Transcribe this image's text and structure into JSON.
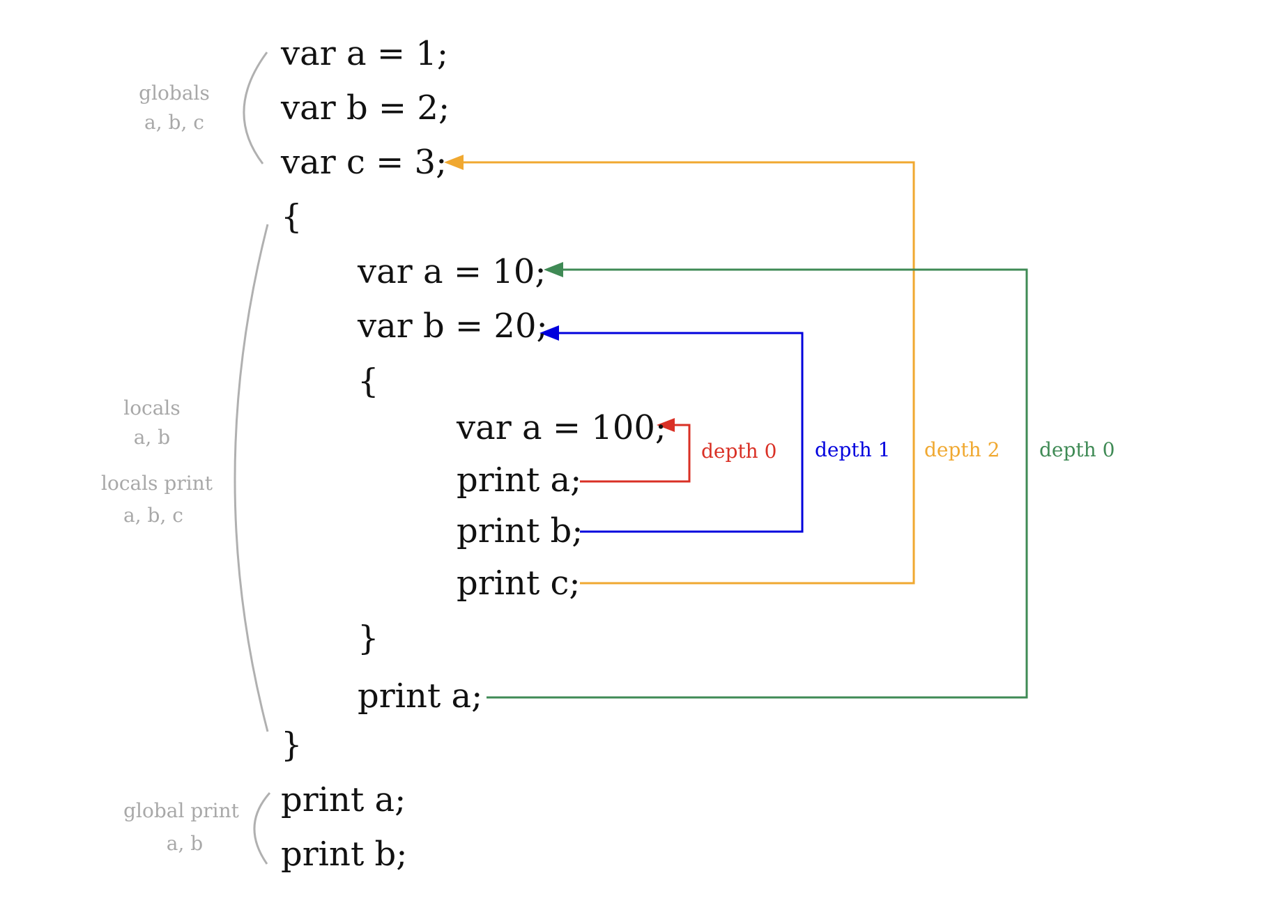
{
  "code_lines": {
    "l1": "var a = 1;",
    "l2": "var b = 2;",
    "l3": "var c = 3;",
    "l4": "{",
    "l5": "var a = 10;",
    "l6": "var b = 20;",
    "l7": "{",
    "l8": "var a = 100;",
    "l9": "print a;",
    "l10": "print b;",
    "l11": "print c;",
    "l12": "}",
    "l13": "print a;",
    "l14": "}",
    "l15": "print a;",
    "l16": "print b;"
  },
  "annotations": {
    "globals_title": "globals",
    "globals_vars": "a, b, c",
    "locals_title": "locals",
    "locals_vars": "a, b",
    "locals_print_title": "locals print",
    "locals_print_vars": "a, b, c",
    "global_print_title": "global print",
    "global_print_vars": "a, b"
  },
  "depth_labels": {
    "red": "depth 0",
    "blue": "depth 1",
    "orange": "depth 2",
    "green": "depth 0"
  },
  "colors": {
    "red": "#d93025",
    "blue": "#0000dd",
    "orange": "#f0a830",
    "green": "#3f8a55",
    "brace": "#b0b0b0",
    "text": "#111111",
    "annotation": "#a8a8a8"
  }
}
